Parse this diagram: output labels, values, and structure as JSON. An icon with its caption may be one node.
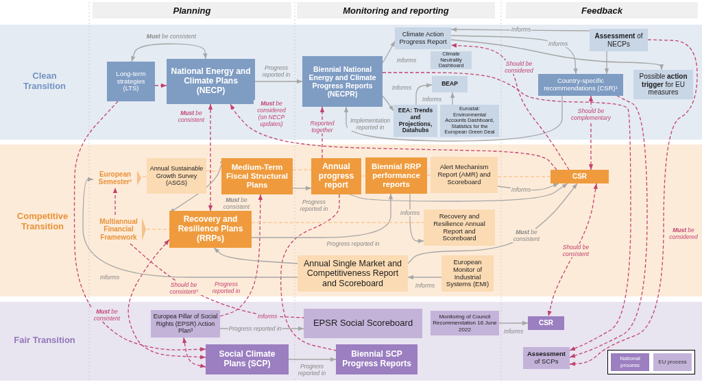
{
  "diagram": {
    "nodes": [
      {
        "text": [
          "Clean Transition"
        ]
      },
      {
        "text": [
          "Long-term strategies (LTS)"
        ],
        "in": 0
      },
      {
        "text": [
          "National Energy and Climate Plans (NECP)"
        ],
        "in": 0
      },
      {
        "text": [
          "Biennial National Energy and Climate Progress Reports (NECPR)"
        ],
        "in": 0
      },
      {
        "text": [
          "Climate Action Progress Report"
        ],
        "in": 0
      },
      {
        "text": [
          "Climate Neutrality Dashboard"
        ],
        "in": 0
      },
      {
        "text": [
          "BEAP"
        ],
        "in": 0
      },
      {
        "text": [
          "EEA: Trends and Projections, Datahubs"
        ],
        "in": 0
      },
      {
        "text": [
          "Eurostat: Environmental Accounts Dashboard, Statistics for the European Green Deal"
        ],
        "in": 0
      },
      {
        "text": [
          "**Assessment** of NECPs"
        ],
        "in": 0
      },
      {
        "text": [
          "Country-specific recommendations (CSR)¹"
        ],
        "in": 0
      },
      {
        "text": [
          "Possible **action trigger** for EU measures"
        ],
        "in": 0
      },
      {
        "text": [
          "Competitive Transition"
        ]
      },
      {
        "text": [
          "European Semester²"
        ],
        "in": 12
      },
      {
        "text": [
          "Annual Sustainable Growth Survey (ASGS)"
        ],
        "in": 12
      },
      {
        "text": [
          "Medium-Term Fiscal Structural Plans"
        ],
        "in": 12
      },
      {
        "text": [
          "Annual progress report"
        ],
        "in": 12
      },
      {
        "text": [
          "Biennial RRP performance reports"
        ],
        "in": 12
      },
      {
        "text": [
          "Alert Mechanism Report (AMR) and Scoreboard"
        ],
        "in": 12
      },
      {
        "text": [
          "CSR"
        ],
        "in": 12
      },
      {
        "text": [
          "Multiannual Financial Framework"
        ],
        "in": 12
      },
      {
        "text": [
          "Recovery and Resilience Plans (RRPs)"
        ],
        "in": 12
      },
      {
        "text": [
          "Recovery and Resilience Annual Report and Scoreboard"
        ],
        "in": 12
      },
      {
        "text": [
          "Annual Single Market and Competitiveness Report and Scoreboard"
        ],
        "in": 12
      },
      {
        "text": [
          "European Monitor of Industrial Systems (EMI)"
        ],
        "in": 12
      },
      {
        "text": [
          "Fair Transition"
        ]
      },
      {
        "text": [
          "Europea Pillar of Social Rights (EPSR) Action Plan³"
        ],
        "in": 25
      },
      {
        "text": [
          "EPSR Social Scoreboard"
        ],
        "in": 25
      },
      {
        "text": [
          "Monitoring of Council Recommendation 16 June 2022"
        ],
        "in": 25
      },
      {
        "text": [
          "CSR"
        ],
        "in": 25
      },
      {
        "text": [
          "Social Climate Plans (SCP)"
        ],
        "in": 25
      },
      {
        "text": [
          "Biennial SCP Progress Reports"
        ],
        "in": 25
      },
      {
        "text": [
          "**Assessment** of SCPs"
        ],
        "in": 25
      }
    ],
    "edges": [
      {
        "from": 1,
        "to": 2,
        "arrow": "both",
        "label": "**Must** be consistent"
      },
      {
        "from": 1,
        "to": 2,
        "arrow": "to",
        "style": "dashed",
        "color": "#c2426f"
      },
      {
        "from": 2,
        "to": 3,
        "arrow": "to",
        "label": "Progress reported in"
      },
      {
        "from": 3,
        "to": 4,
        "arrow": "to",
        "label": "Informs"
      },
      {
        "from": 3,
        "to": 7,
        "arrow": "to",
        "label": "Informs"
      },
      {
        "from": 7,
        "to": 6,
        "arrow": "to",
        "label": "Informs"
      },
      {
        "from": 8,
        "to": 6,
        "arrow": "to"
      },
      {
        "from": 10,
        "to": 3,
        "arrow": "to",
        "label": "Implementation reported in"
      },
      {
        "from": 9,
        "to": 4,
        "arrow": "to",
        "label": "Informs"
      },
      {
        "from": 4,
        "to": 10,
        "arrow": "to",
        "label": "Informs"
      },
      {
        "from": 4,
        "to": 11,
        "arrow": "to"
      },
      {
        "from": 9,
        "to": 10,
        "arrow": "to"
      },
      {
        "from": 2,
        "to": 21,
        "arrow": "both",
        "label": "**Must** be consistent",
        "style": "dashed",
        "color": "#c2426f"
      },
      {
        "from": 19,
        "to": 2,
        "arrow": "to",
        "label": "**Must** be considered (on NECP updates)",
        "style": "dashed",
        "color": "#c2426f"
      },
      {
        "from": 16,
        "to": 3,
        "arrow": "to",
        "label": "Reported together",
        "style": "dashed",
        "color": "#c2426f"
      },
      {
        "from": 19,
        "to": 4,
        "arrow": "to",
        "label": "Should be considered",
        "style": "dashed",
        "color": "#c2426f"
      },
      {
        "from": 10,
        "to": 19,
        "arrow": "both",
        "label": "Should be complementary",
        "style": "dashed",
        "color": "#c2426f"
      },
      {
        "from": 3,
        "to": 32,
        "arrow": "to",
        "style": "dashed",
        "color": "#c2426f"
      },
      {
        "from": 10,
        "to": 32,
        "arrow": "to",
        "style": "dashed",
        "color": "#c2426f"
      },
      {
        "from": 9,
        "to": 32,
        "arrow": "to",
        "label": "**Must** be considered",
        "style": "dashed",
        "color": "#c2426f"
      },
      {
        "from": 1,
        "to": 30,
        "arrow": "to",
        "label": "**Must** be consistent",
        "style": "dashed",
        "color": "#c2426f"
      },
      {
        "from": 21,
        "to": 30,
        "arrow": "both",
        "style": "dashed",
        "color": "#c2426f"
      },
      {
        "from": 26,
        "to": 30,
        "arrow": "both",
        "style": "dashed",
        "color": "#c2426f"
      },
      {
        "from": 26,
        "to": 15,
        "arrow": "to",
        "label": "Progress reported in",
        "style": "dashed",
        "color": "#c2426f"
      },
      {
        "from": 20,
        "to": 27,
        "arrow": "none",
        "label": "Should be consistent³",
        "style": "dashed",
        "color": "#c2426f"
      },
      {
        "from": 16,
        "to": 31,
        "arrow": "none",
        "style": "dashed",
        "color": "#c2426f"
      },
      {
        "from": 19,
        "to": 29,
        "arrow": "both",
        "label": "Should be consistent",
        "style": "dashed",
        "color": "#c2426f"
      },
      {
        "from": 20,
        "to": 13,
        "arrow": "to",
        "style": "dashed",
        "color": "#c2426f"
      },
      {
        "from": 15,
        "to": 21,
        "arrow": "both",
        "label": "**Must** be consistent"
      },
      {
        "from": 15,
        "to": 16,
        "arrow": "to",
        "label": "Progress reported in"
      },
      {
        "from": 21,
        "to": 17,
        "arrow": "to",
        "label": "Progress reported in"
      },
      {
        "from": 17,
        "to": 22,
        "arrow": "to",
        "label": "Informs"
      },
      {
        "from": 18,
        "to": 19,
        "arrow": "to",
        "label": "Informs"
      },
      {
        "from": 16,
        "to": 19,
        "arrow": "to"
      },
      {
        "from": 23,
        "to": 19,
        "arrow": "to",
        "label": "**Must** be consistent"
      },
      {
        "from": 24,
        "to": 23,
        "arrow": "to",
        "label": "Informs"
      },
      {
        "from": 23,
        "to": 21,
        "arrow": "to"
      },
      {
        "from": 23,
        "to": 13,
        "arrow": "to",
        "label": "Informs"
      },
      {
        "from": 13,
        "to": 14,
        "arrow": "none",
        "style": "dashed",
        "color": "#f9c995"
      },
      {
        "from": 14,
        "to": 15,
        "arrow": "none",
        "style": "dashed",
        "color": "#f9c995"
      },
      {
        "from": 15,
        "to": 16,
        "arrow": "none",
        "style": "dashed",
        "color": "#f9c995"
      },
      {
        "from": 16,
        "to": 17,
        "arrow": "none",
        "style": "dashed",
        "color": "#f9c995"
      },
      {
        "from": 17,
        "to": 18,
        "arrow": "none",
        "style": "dashed",
        "color": "#f9c995"
      },
      {
        "from": 18,
        "to": 19,
        "arrow": "none",
        "style": "dashed",
        "color": "#f9c995"
      },
      {
        "from": 20,
        "to": 21,
        "arrow": "none",
        "style": "dashed",
        "color": "#f9c995"
      },
      {
        "from": 21,
        "to": 22,
        "arrow": "none",
        "style": "dashed",
        "color": "#f9c995"
      },
      {
        "from": 26,
        "to": 27,
        "arrow": "to",
        "label": "Progress reported in"
      },
      {
        "from": 30,
        "to": 31,
        "arrow": "to",
        "label": "Progress reported in"
      },
      {
        "from": 28,
        "to": 29,
        "arrow": "to",
        "label": "Informs"
      }
    ],
    "labels": [
      "Planning",
      "Monitoring and reporting",
      "Feedback",
      "Informs"
    ],
    "legend": [
      {
        "text": "National process",
        "color": "#9b7fc0"
      },
      {
        "text": "EU process",
        "color": "#c3b3d9"
      }
    ]
  }
}
